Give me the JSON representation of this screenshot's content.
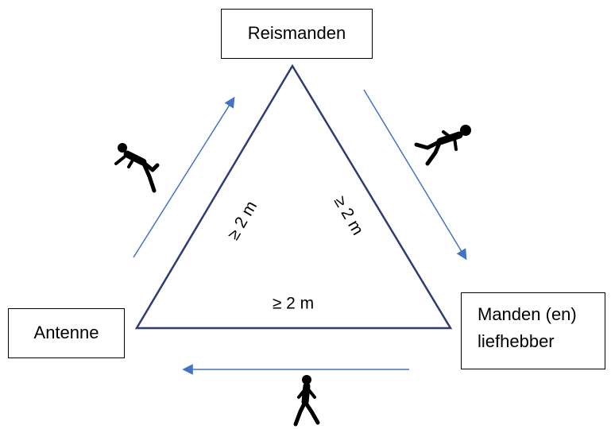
{
  "nodes": {
    "top": "Reismanden",
    "left": "Antenne",
    "right_line1": "Manden (en)",
    "right_line2": "liefhebber"
  },
  "distances": {
    "left_side": "≥ 2 m",
    "right_side": "≥ 2 m",
    "bottom_side": "≥ 2 m"
  },
  "colors": {
    "triangle": "#2f3b73",
    "arrows": "#4472c4",
    "figures": "#000000"
  },
  "icons": [
    "walking-person-icon",
    "walking-person-icon",
    "walking-person-icon",
    "walking-person-icon"
  ]
}
